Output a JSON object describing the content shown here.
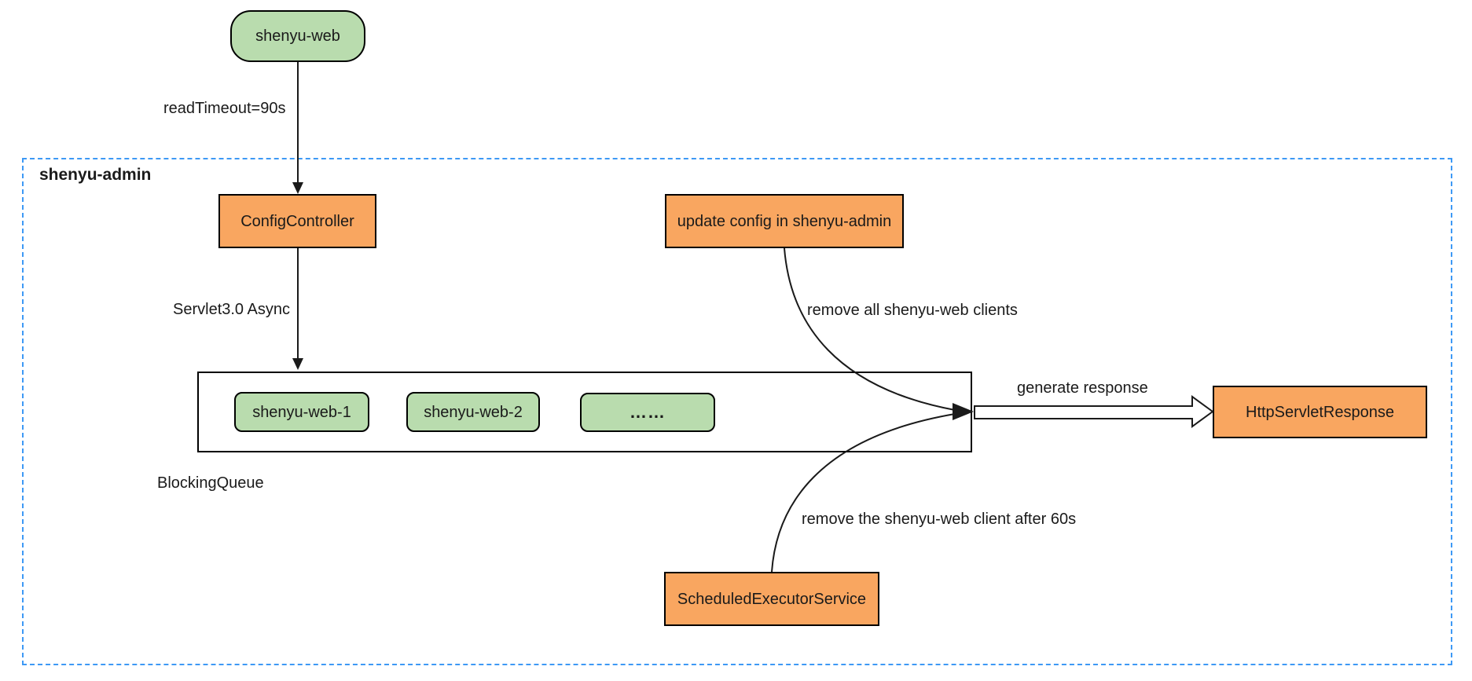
{
  "colors": {
    "green": "#b9dcae",
    "orange": "#f9a660",
    "dashed_blue": "#3d99f5",
    "line": "#1a1a1a"
  },
  "container": {
    "label": "shenyu-admin"
  },
  "nodes": {
    "shenyu_web": {
      "label": "shenyu-web"
    },
    "config_controller": {
      "label": "ConfigController"
    },
    "update_config": {
      "label": "update config in shenyu-admin"
    },
    "blocking_queue": {
      "label": "BlockingQueue",
      "items": [
        "shenyu-web-1",
        "shenyu-web-2",
        "……"
      ]
    },
    "http_servlet_response": {
      "label": "HttpServletResponse"
    },
    "scheduled_executor_service": {
      "label": "ScheduledExecutorService"
    }
  },
  "edge_labels": {
    "read_timeout": "readTimeout=90s",
    "servlet_async": "Servlet3.0 Async",
    "remove_all_clients": "remove all shenyu-web clients",
    "generate_response": "generate response",
    "remove_after_60s": "remove the shenyu-web client after 60s"
  }
}
